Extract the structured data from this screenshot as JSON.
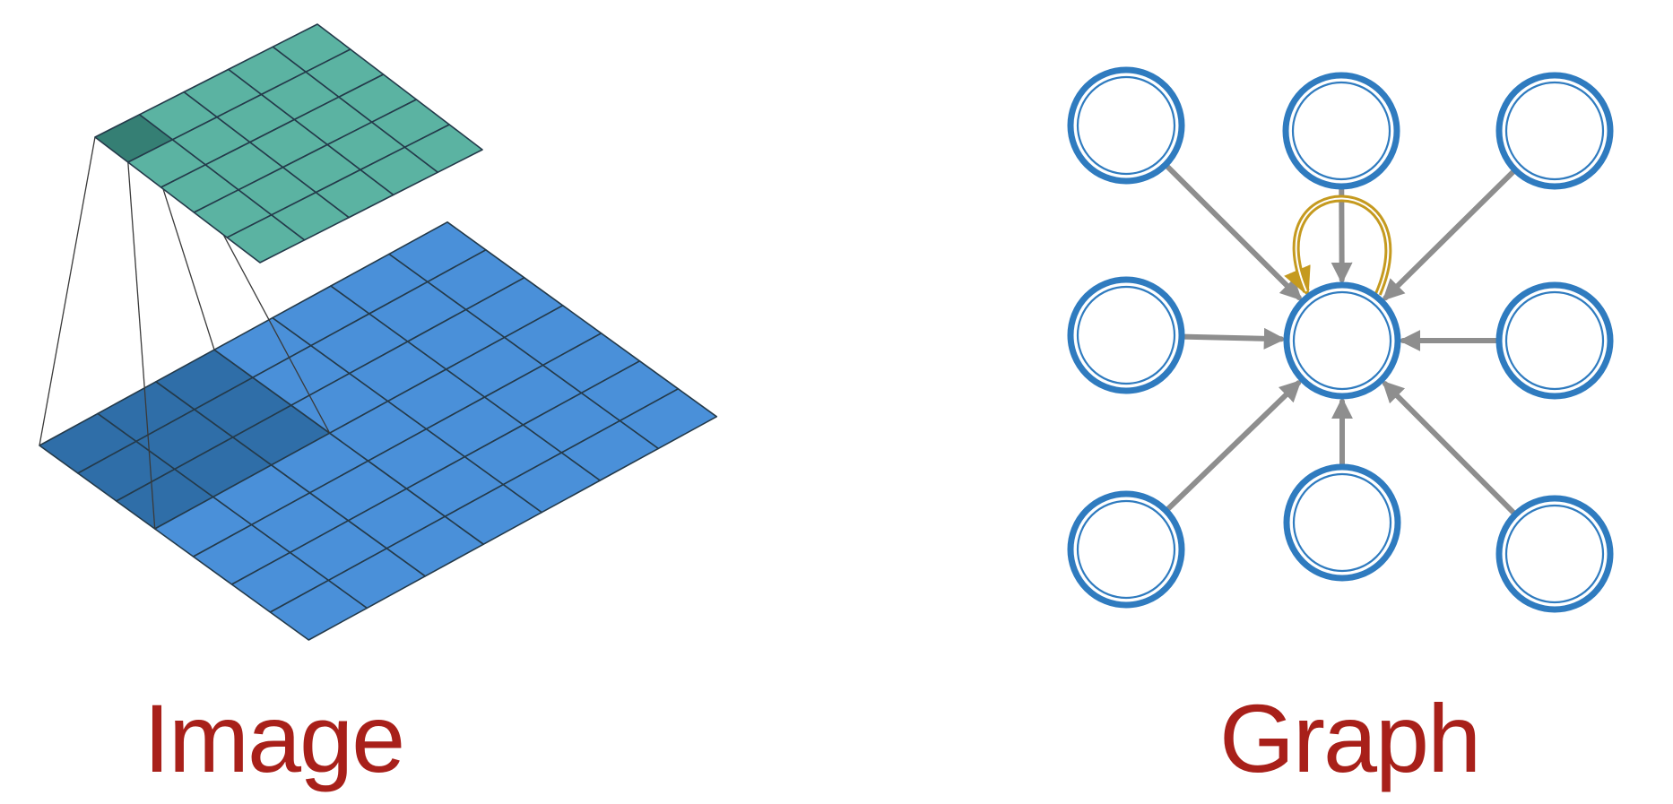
{
  "panels": {
    "image": {
      "label": "Image",
      "output_grid_size": 5,
      "input_grid_size": 7,
      "kernel_size": 3
    },
    "graph": {
      "label": "Graph",
      "neighbor_count": 8,
      "self_loop": true
    }
  },
  "colors": {
    "caption": "#a8201a",
    "output_grid": "#5bb3a2",
    "output_grid_highlight": "#357f74",
    "input_grid": "#4a90d9",
    "input_grid_highlight": "#2f6ea8",
    "grid_line": "#243a4a",
    "node_stroke": "#2f7bbf",
    "edge": "#8e8e8e",
    "self_loop": "#c59a1f"
  }
}
